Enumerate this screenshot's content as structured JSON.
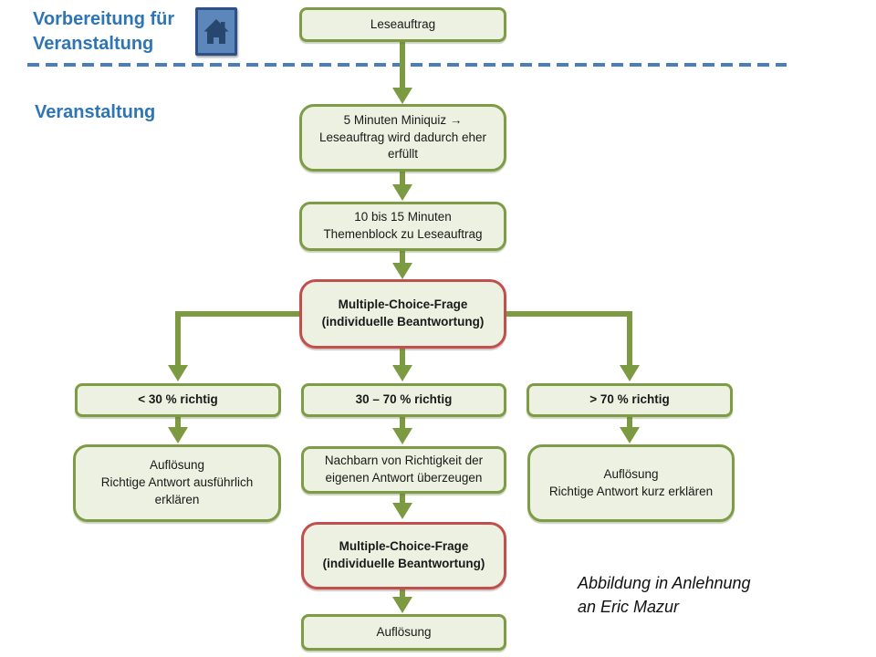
{
  "header": {
    "prep_title_lines": [
      "Vorbereitung für",
      "Veranstaltung"
    ],
    "event_title": "Veranstaltung"
  },
  "credit": {
    "lines": [
      "Abbildung in Anlehnung",
      "an Eric Mazur"
    ]
  },
  "nodes": {
    "leseauftrag": {
      "lines": [
        "Leseauftrag"
      ]
    },
    "miniquiz": {
      "lines": [
        "5 Minuten Miniquiz →",
        "Leseauftrag wird dadurch eher",
        "erfüllt"
      ]
    },
    "themenblock": {
      "lines": [
        "10 bis 15 Minuten",
        "Themenblock zu Leseauftrag"
      ]
    },
    "mc_frage_1": {
      "lines": [
        "Multiple-Choice-Frage",
        "(individuelle Beantwortung)"
      ]
    },
    "branch_unter_30": {
      "lines": [
        "< 30 % richtig"
      ]
    },
    "branch_30_70": {
      "lines": [
        "30 – 70 % richtig"
      ]
    },
    "branch_ueber_70": {
      "lines": [
        "> 70 % richtig"
      ]
    },
    "aufloesung_ausfuehrlich": {
      "lines": [
        "Auflösung",
        "Richtige Antwort ausführlich",
        "erklären"
      ]
    },
    "nachbarn": {
      "lines": [
        "Nachbarn von Richtigkeit der",
        "eigenen Antwort überzeugen"
      ]
    },
    "aufloesung_kurz": {
      "lines": [
        "Auflösung",
        "Richtige Antwort kurz erklären"
      ]
    },
    "mc_frage_2": {
      "lines": [
        "Multiple-Choice-Frage",
        "(individuelle Beantwortung)"
      ]
    },
    "aufloesung_final": {
      "lines": [
        "Auflösung"
      ]
    }
  },
  "icons": {
    "home": "home-icon"
  },
  "colors": {
    "heading_blue": "#2e75b6",
    "divider_blue": "#4a7ebb",
    "box_border_green": "#7d9c45",
    "box_fill": "#edf1e1",
    "box_border_red": "#c0504d",
    "arrow_green": "#7b9a42"
  }
}
